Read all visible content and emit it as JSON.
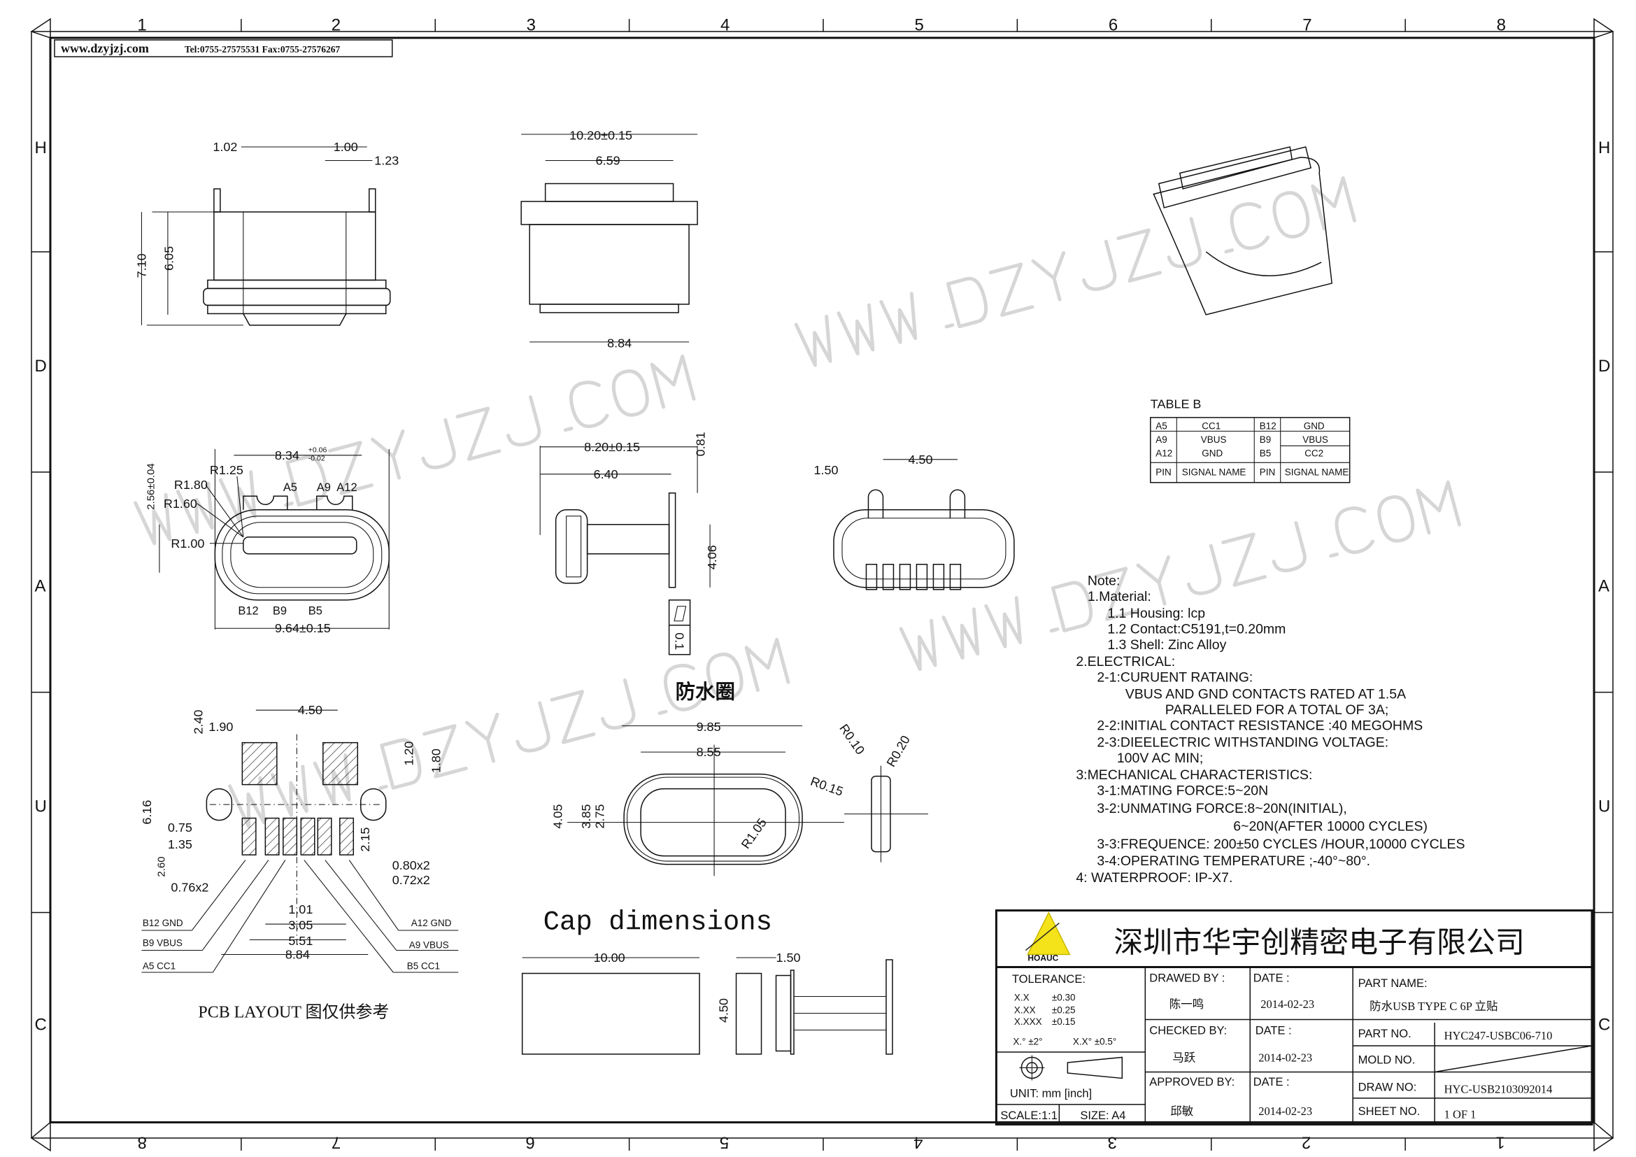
{
  "header_strip": {
    "website": "www.dzyjzj.com",
    "contact": "Tel:0755-27575531  Fax:0755-27576267"
  },
  "grid": {
    "top_columns": [
      "1",
      "2",
      "3",
      "4",
      "5",
      "6",
      "7",
      "8"
    ],
    "bottom_columns": [
      "8",
      "7",
      "6",
      "5",
      "4",
      "3",
      "2",
      "1"
    ],
    "rows": [
      "H",
      "D",
      "A",
      "U",
      "C"
    ]
  },
  "watermark": "WWW.DZYJZJ.COM",
  "front_view": {
    "d1": "1.02",
    "d2": "1.00",
    "d3": "1.23",
    "h1": "7.10",
    "h2": "6.05"
  },
  "top_view": {
    "w1": "10.20±0.15",
    "w2": "6.59",
    "w3": "8.84"
  },
  "mating_face": {
    "w_top": "8.34",
    "w_top_tol_plus": "+0.06",
    "w_top_tol_minus": "-0.02",
    "h": "2.56±0.04",
    "r1": "R1.80",
    "r2": "R1.25",
    "r3": "R1.60",
    "r4": "R1.00",
    "pins_top": [
      "A5",
      "A9",
      "A12"
    ],
    "pins_bottom": [
      "B12",
      "B9",
      "B5"
    ],
    "w_bottom": "9.64±0.15"
  },
  "side_view": {
    "w1": "8.20±0.15",
    "w2": "6.40",
    "h1": "0.81",
    "h2": "4.06",
    "flatness": "0.1"
  },
  "rear_view": {
    "d1": "1.50",
    "d2": "4.50"
  },
  "table_b": {
    "title": "TABLE B",
    "rows": [
      [
        "A5",
        "CC1",
        "B12",
        "GND"
      ],
      [
        "A9",
        "VBUS",
        "B9",
        "VBUS"
      ],
      [
        "A12",
        "GND",
        "B5",
        "CC2"
      ],
      [
        "PIN",
        "SIGNAL NAME",
        "PIN",
        "SIGNAL NAME"
      ]
    ]
  },
  "notes": [
    "Note:",
    "1.Material:",
    "1.1  Housing:  lcp",
    "1.2  Contact:C5191,t=0.20mm",
    "1.3  Shell:  Zinc  Alloy",
    "2.ELECTRICAL:",
    "2-1:CURUENT  RATAING:",
    "VBUS  AND  GND  CONTACTS  RATED  AT  1.5A",
    "PARALLELED  FOR  A  TOTAL  OF  3A;",
    "2-2:INITIAL  CONTACT  RESISTANCE  :40  MEGOHMS",
    "2-3:DIEELECTRIC  WITHSTANDING  VOLTAGE:",
    "100V  AC  MIN;",
    "3:MECHANICAL  CHARACTERISTICS:",
    "3-1:MATING  FORCE:5~20N",
    "3-2:UNMATING  FORCE:8~20N(INITIAL),",
    "6~20N(AFTER  10000  CYCLES)",
    "3-3:FREQUENCE:  200±50  CYCLES  /HOUR,10000  CYCLES",
    "3-4:OPERATING  TEMPERATURE  ;-40°~80°.",
    "4:  WATERPROOF:  IP-X7."
  ],
  "pcb_layout": {
    "caption": "PCB LAYOUT  图仅供参考",
    "dims": [
      "4.50",
      "2.40",
      "1.90",
      "1.20",
      "1.80",
      "6.16",
      "2.60",
      "0.75",
      "1.35",
      "2.15",
      "0.80x2",
      "0.72x2",
      "0.76x2",
      "1.01",
      "3.05",
      "5.51",
      "8.84"
    ],
    "labels_left": [
      "B12 GND",
      "B9  VBUS",
      "A5  CC1"
    ],
    "labels_right": [
      "A12 GND",
      "A9  VBUS",
      "B5  CC1"
    ]
  },
  "seal_ring": {
    "title": "防水圈",
    "w1": "9.85",
    "w2": "8.55",
    "h1": "4.05",
    "h2": "3.85",
    "h3": "2.75",
    "r": "R1.05",
    "r_a": "R0.10",
    "r_b": "R0.20",
    "r_c": "R0.15"
  },
  "cap": {
    "title": "Cap dimensions",
    "w": "10.00",
    "h": "4.50",
    "t": "1.50"
  },
  "title_block": {
    "logo_text": "HOAUC",
    "company": "深圳市华宇创精密电子有限公司",
    "tolerance_label": "TOLERANCE:",
    "tolerances": [
      [
        "X.X",
        "±0.30"
      ],
      [
        "X.XX",
        "±0.25"
      ],
      [
        "X.XXX",
        "±0.15"
      ]
    ],
    "angle_tol": [
      "X.° ±2°",
      "X.X° ±0.5°"
    ],
    "unit": "UNIT:  mm  [inch]",
    "scale": "SCALE:1:1",
    "size": "SIZE:  A4",
    "drawed_by_label": "DRAWED  BY :",
    "drawed_by": "陈一鸣",
    "checked_by_label": "CHECKED  BY:",
    "checked_by": "马跃",
    "approved_by_label": "APPROVED  BY:",
    "approved_by": "邱敏",
    "date_label": "DATE  :",
    "date_drawn": "2014-02-23",
    "date_checked": "2014-02-23",
    "date_approved": "2014-02-23",
    "part_name_label": "PART  NAME:",
    "part_name": "防水USB TYPE C 6P 立贴",
    "part_no_label": "PART  NO.",
    "part_no": "HYC247-USBC06-710",
    "mold_no_label": "MOLD  NO.",
    "draw_no_label": "DRAW  NO:",
    "draw_no": "HYC-USB2103092014",
    "sheet_no_label": "SHEET  NO.",
    "sheet_no": "1  OF  1"
  }
}
